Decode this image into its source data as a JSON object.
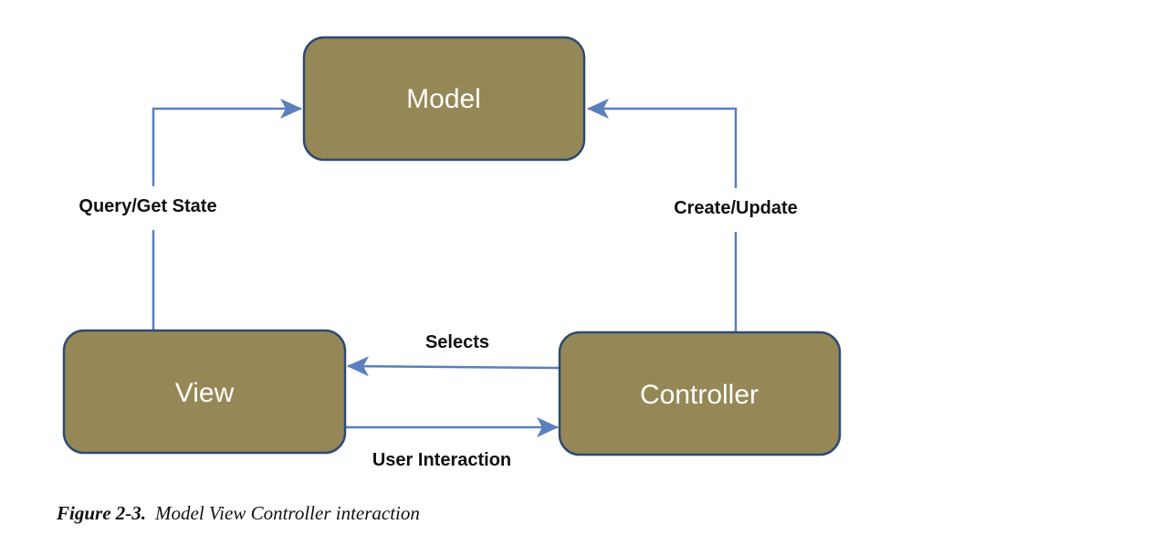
{
  "colors": {
    "box_fill": "#958856",
    "box_stroke": "#2f4a73",
    "arrow": "#5a7fbd",
    "box_text": "#ffffff",
    "label_text": "#111111"
  },
  "nodes": {
    "model": "Model",
    "view": "View",
    "controller": "Controller"
  },
  "edges": {
    "query_get_state": "Query/Get State",
    "create_update": "Create/Update",
    "selects": "Selects",
    "user_interaction": "User Interaction"
  },
  "caption": {
    "number": "Figure 2-3.",
    "text": "Model View Controller interaction"
  }
}
